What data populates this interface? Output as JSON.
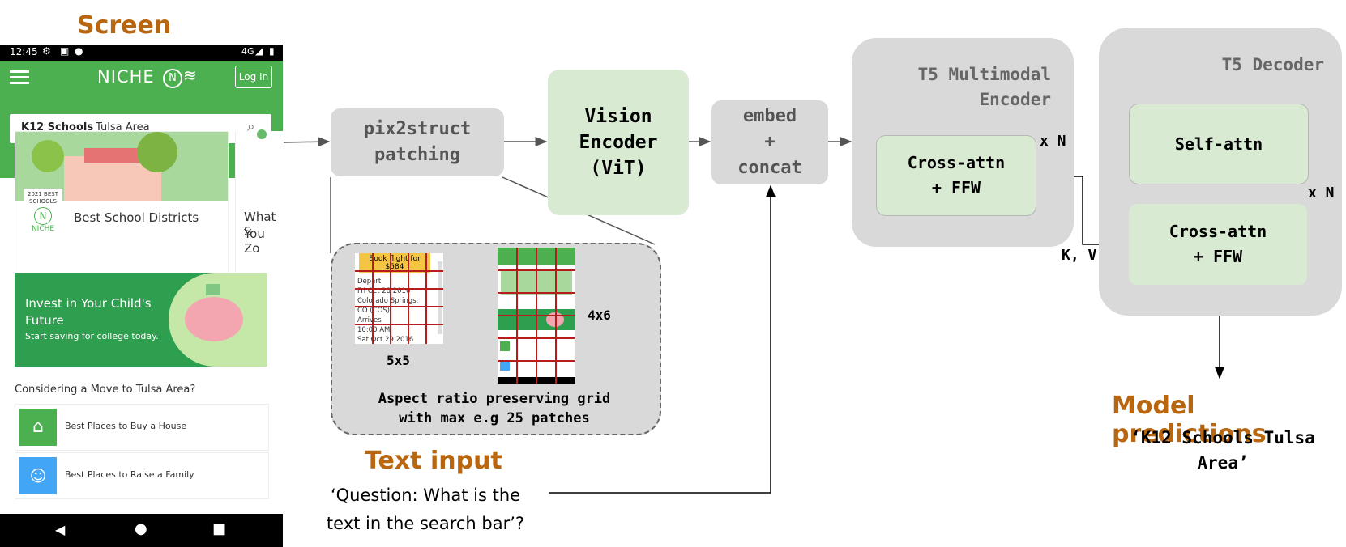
{
  "screen_label": "Screen",
  "phone": {
    "time": "12:45",
    "network": "4G",
    "brand": "NICHE",
    "login": "Log In",
    "search_bold": "K12 Schools",
    "search_rest": "Tulsa Area",
    "badge_year": "2021 BEST",
    "badge_sub": "SCHOOLS",
    "badge_brand": "NICHE",
    "card1": "Best School Districts",
    "card2_line1": "What S",
    "card2_line2": "You Zo",
    "promo_title": "Invest in Your Child's Future",
    "promo_sub": "Start saving for college today.",
    "section_title": "Considering a Move to Tulsa Area?",
    "list_item1": "Best Places to Buy a House",
    "list_item2": "Best Places to Raise a Family"
  },
  "pix2struct": "pix2struct\npatching",
  "vision_encoder": "Vision\nEncoder\n(ViT)",
  "embed_concat": "embed\n+\nconcat",
  "encoder_title": "T5 Multimodal\nEncoder",
  "encoder_block": "Cross-attn\n+ FFW",
  "encoder_xn": "x N",
  "decoder_title": "T5 Decoder",
  "decoder_self": "Self-attn",
  "decoder_cross": "Cross-attn\n+ FFW",
  "decoder_xn": "x N",
  "kv_label": "K, V",
  "grid_5x5": "5x5",
  "grid_4x6": "4x6",
  "grid_caption": "Aspect ratio preserving grid\nwith max e.g 25 patches",
  "thumb_flight": {
    "button": "Book flight for $584",
    "lines": [
      "Depart",
      "Fri Oct 28 2016",
      "Colorado Springs,",
      "CO (COS)",
      "Arrives",
      "10:00 AM",
      "Sat Oct 29 2016"
    ]
  },
  "text_input_label": "Text input",
  "question": "‘Question: What is the\ntext in the search bar’?",
  "model_predictions_label": "Model predictions",
  "prediction": "‘K12 Schools Tulsa\nArea’",
  "colors": {
    "orange": "#b8660f",
    "green_header": "#4caf50",
    "box_gray": "#d9d9d9",
    "box_green": "#d9ead3",
    "grid_red": "#b71c1c"
  }
}
